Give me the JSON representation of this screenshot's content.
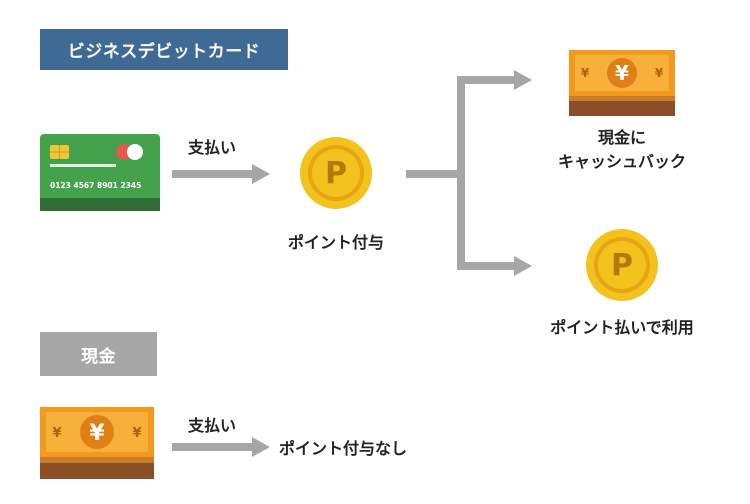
{
  "title_business": "ビジネスデビットカード",
  "title_cash": "現金",
  "colors": {
    "business_tag": "#3f6a96",
    "cash_tag": "#a6a6a6",
    "arrow": "#a6a6a6",
    "card_green": "#44a24d",
    "bill_orange": "#f39a1e",
    "coin_gold": "#f3c21d"
  },
  "card": {
    "number": "0123  4567  8901  2345"
  },
  "flow_debit": {
    "payment_label": "支払い",
    "points_awarded": "ポイント付与",
    "cashback_line1": "現金に",
    "cashback_line2": "キャッシュバック",
    "use_points": "ポイント払いで利用"
  },
  "flow_cash": {
    "payment_label": "支払い",
    "no_points": "ポイント付与なし"
  },
  "icons": {
    "card": "credit-card-icon",
    "coin": "point-coin-icon",
    "bill": "yen-banknote-icon"
  }
}
